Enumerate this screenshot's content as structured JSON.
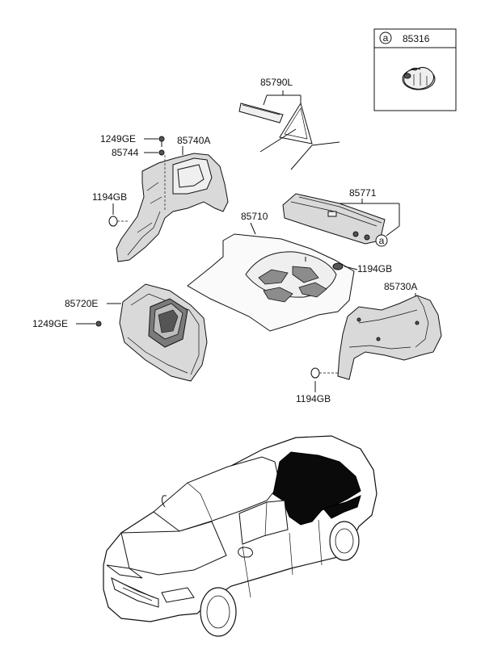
{
  "legend_box": {
    "marker": "a",
    "part_number": "85316"
  },
  "part_labels": {
    "p85790L": "85790L",
    "p1249GE_top": "1249GE",
    "p85740A": "85740A",
    "p85744": "85744",
    "p1194GB_left": "1194GB",
    "p85771": "85771",
    "p85710": "85710",
    "p1194GB_center": "1194GB",
    "p85720E": "85720E",
    "p85730A": "85730A",
    "p1249GE_left": "1249GE",
    "p1194GB_bottom": "1194GB",
    "callout_a": "a"
  }
}
